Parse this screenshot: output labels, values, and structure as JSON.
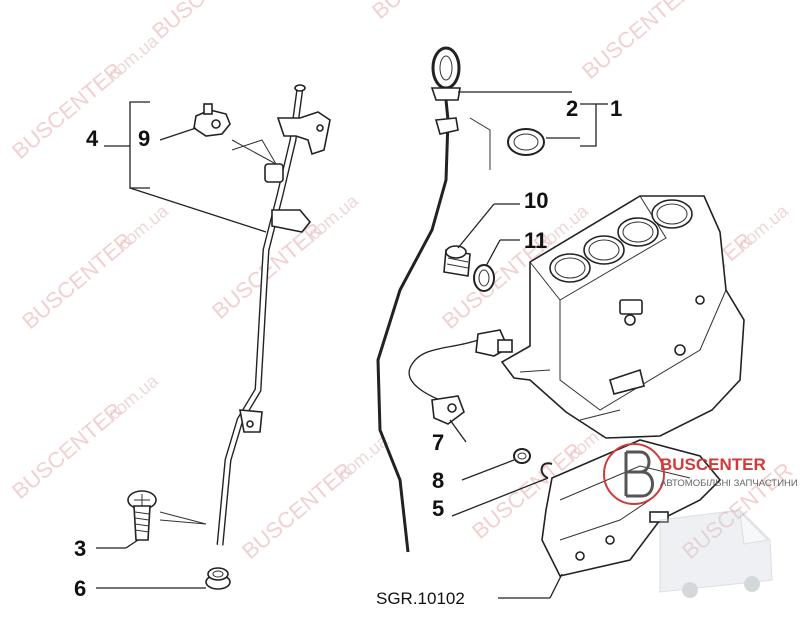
{
  "watermark": {
    "brand": "BUSCENTER",
    "domain": ".com.ua"
  },
  "logo": {
    "brand": "BUSCENTER",
    "tagline": "АВТОМОБІЛЬНІ ЗАПЧАСТИНИ"
  },
  "callouts": {
    "c1": "1",
    "c2": "2",
    "c3": "3",
    "c4": "4",
    "c5": "5",
    "c6": "6",
    "c7": "7",
    "c8": "8",
    "c9": "9",
    "c10": "10",
    "c11": "11"
  },
  "reference_code": "SGR.10102"
}
